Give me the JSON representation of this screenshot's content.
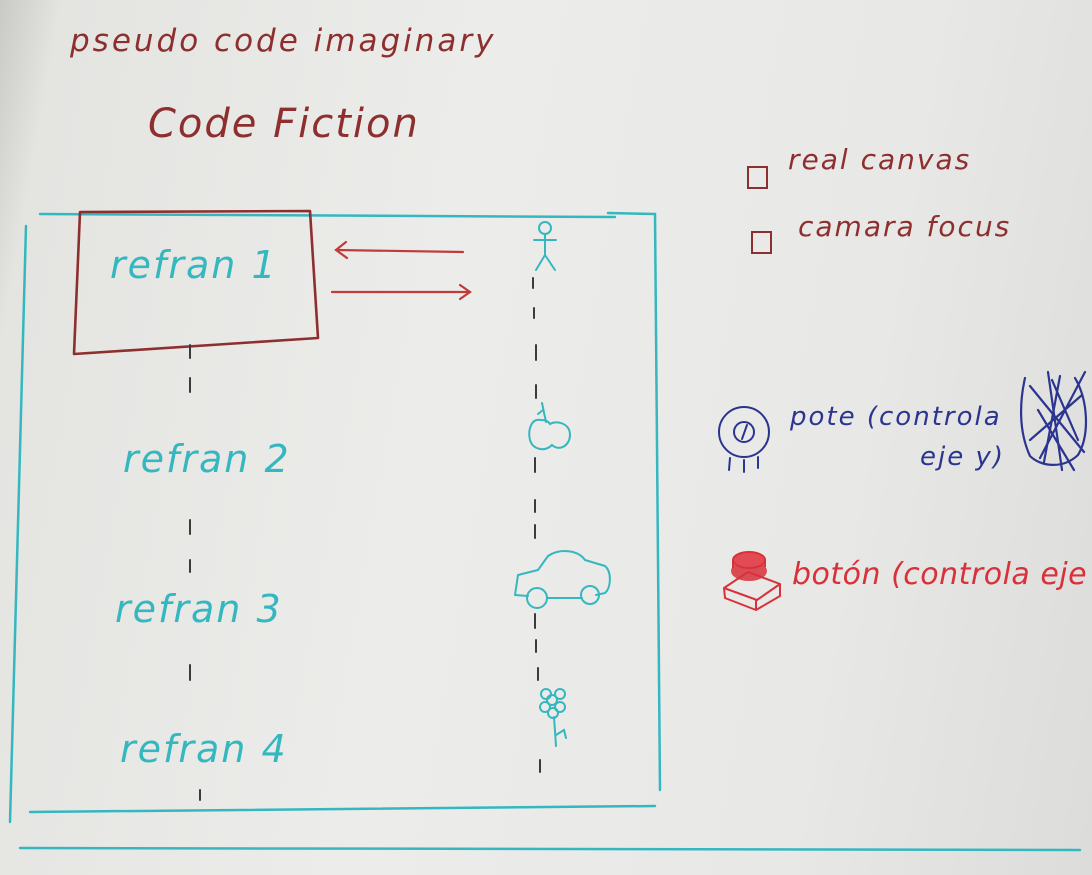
{
  "header": {
    "subtitle": "pseudo code imaginary",
    "title": "Code Fiction"
  },
  "legend": {
    "items": [
      {
        "label": "real canvas"
      },
      {
        "label": "camara focus"
      }
    ]
  },
  "frames": [
    {
      "label": "refran 1"
    },
    {
      "label": "refran 2"
    },
    {
      "label": "refran 3"
    },
    {
      "label": "refran 4"
    }
  ],
  "timeline_icons": [
    "stick-figure-icon",
    "apple-icon",
    "car-icon",
    "flower-icon"
  ],
  "controls": {
    "potentiometer": {
      "label_line1": "pote (controla",
      "label_line2": "eje y)",
      "icon": "potentiometer-icon"
    },
    "button": {
      "label": "botón (controla eje x",
      "icon": "push-button-icon"
    }
  },
  "colors": {
    "canvas": "#35b7c0",
    "camera": "#8e2f2f",
    "potentiometer": "#2b3590",
    "button": "#d8313a",
    "paper": "#ececea"
  }
}
